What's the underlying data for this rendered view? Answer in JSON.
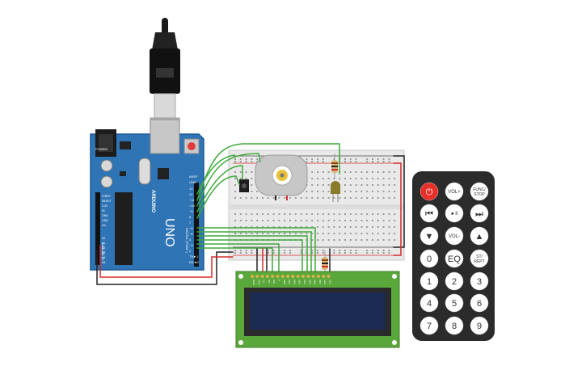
{
  "arduino": {
    "model": "UNO",
    "brand": "ARDUINO",
    "label_aref": "AREF",
    "label_gnd": "GND",
    "digital_pins": [
      "13",
      "12",
      "~11",
      "~10",
      "~9",
      "8",
      "7",
      "~6",
      "~5",
      "4",
      "~3",
      "2",
      "TX►1",
      "RX◄0"
    ],
    "power_pins": [
      "IOREF",
      "RESET",
      "3.3V",
      "5V",
      "GND",
      "GND",
      "Vin"
    ],
    "analog_pins": [
      "A0",
      "A1",
      "A2",
      "A3",
      "A4",
      "A5"
    ],
    "power_label": "POWER",
    "analog_label": "ANALOG IN",
    "digital_label": "DIGITAL (PWM~)"
  },
  "lcd": {
    "pins": [
      "GND",
      "VCC",
      "V0",
      "RS",
      "RW",
      "E",
      "DB0",
      "DB1",
      "DB2",
      "DB3",
      "DB4",
      "DB5",
      "DB6",
      "DB7",
      "LED",
      "LED"
    ]
  },
  "remote": {
    "buttons": [
      {
        "name": "power",
        "label": "⏻"
      },
      {
        "name": "vol-up",
        "label": "VOL+"
      },
      {
        "name": "func-stop",
        "label": "FUNC/ STOP"
      },
      {
        "name": "prev",
        "label": "⏮"
      },
      {
        "name": "play-pause",
        "label": "►II"
      },
      {
        "name": "next",
        "label": "⏭"
      },
      {
        "name": "down",
        "label": "▼"
      },
      {
        "name": "vol-down",
        "label": "VOL-"
      },
      {
        "name": "up",
        "label": "▲"
      },
      {
        "name": "zero",
        "label": "0"
      },
      {
        "name": "eq",
        "label": "EQ"
      },
      {
        "name": "st-rept",
        "label": "ST/ REPT"
      },
      {
        "name": "one",
        "label": "1"
      },
      {
        "name": "two",
        "label": "2"
      },
      {
        "name": "three",
        "label": "3"
      },
      {
        "name": "four",
        "label": "4"
      },
      {
        "name": "five",
        "label": "5"
      },
      {
        "name": "six",
        "label": "6"
      },
      {
        "name": "seven",
        "label": "7"
      },
      {
        "name": "eight",
        "label": "8"
      },
      {
        "name": "nine",
        "label": "9"
      }
    ]
  },
  "colors": {
    "arduino_blue": "#2f74b5",
    "wire_green": "#3faa3a",
    "wire_black": "#222222",
    "wire_red": "#d62b2b",
    "lcd_green": "#5aa83c",
    "lcd_screen": "#1b2a52",
    "remote_body": "#2b2b2b",
    "power_red": "#e8302a"
  }
}
